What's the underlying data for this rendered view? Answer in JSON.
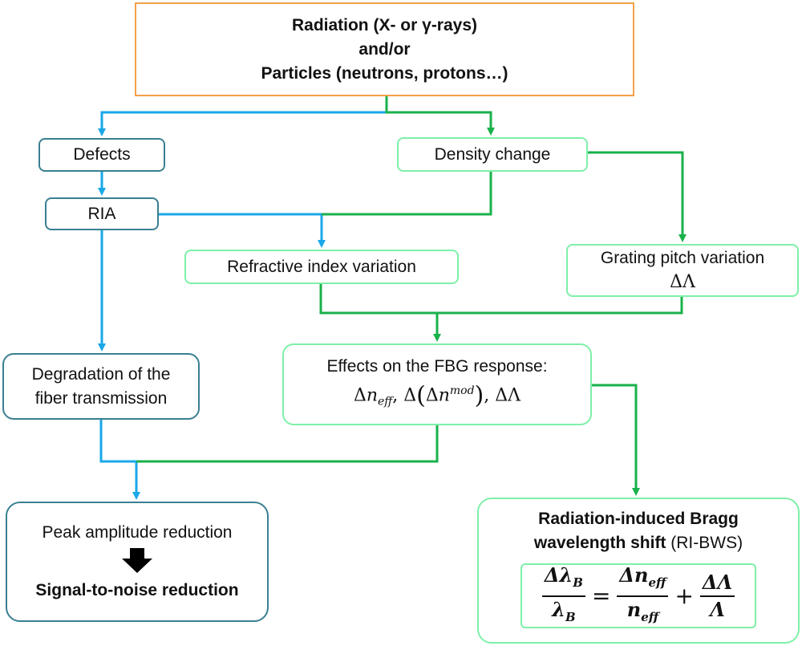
{
  "nodes": {
    "radiation": {
      "line1": "Radiation (X- or γ-rays)",
      "line2": "and/or",
      "line3": "Particles (neutrons, protons…)"
    },
    "defects": "Defects",
    "ria": "RIA",
    "density_change": "Density change",
    "refractive_index": "Refractive index variation",
    "grating_pitch": {
      "line1": "Grating pitch variation",
      "line2": "ΔΛ"
    },
    "effects": {
      "line1": "Effects on the FBG response:",
      "delta": "Δ",
      "n": "n",
      "eff": "eff",
      "mod": "mod",
      "sep": ", ",
      "tail": "ΔΛ"
    },
    "degradation": {
      "line1": "Degradation of the",
      "line2": "fiber transmission"
    },
    "peak": {
      "line1": "Peak amplitude reduction",
      "line2": "Signal-to-noise reduction"
    },
    "bragg": {
      "line1": "Radiation-induced Bragg",
      "line2_bold": "wavelength shift",
      "line2_normal": " (RI-BWS)",
      "formula": {
        "lhs_num": "Δλ",
        "lhs_sub": "B",
        "lhs_den": "λ",
        "lhs_den_sub": "B",
        "equals": "=",
        "t1_num": "Δn",
        "t1_num_sub": "eff",
        "t1_den": "n",
        "t1_den_sub": "eff",
        "plus": "+",
        "t2_num": "ΔΛ",
        "t2_den": "Λ"
      }
    }
  },
  "colors": {
    "blue": "#1aa7e8",
    "green": "#19b14b",
    "blue_box": "#3a7f91",
    "green_box": "#7ef0a8",
    "orange_box": "#f4a04a"
  },
  "icons": {
    "arrow_down": "down-arrow-icon"
  }
}
